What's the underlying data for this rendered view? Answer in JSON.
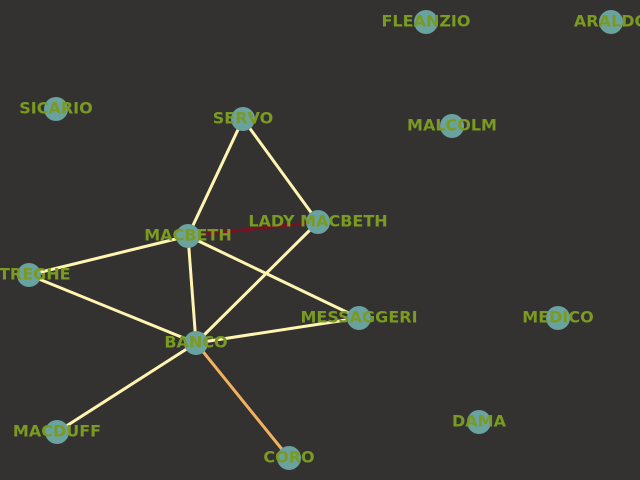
{
  "colors": {
    "background": "#333231",
    "node_fill": "#6aa2a0",
    "label": "#7a9a22",
    "edge_light": "#fff5b0",
    "edge_orange": "#f2b15e",
    "edge_dark": "#7a1020"
  },
  "nodes": [
    {
      "id": "fleanzio",
      "label": "FLEANZIO"
    },
    {
      "id": "araldo",
      "label": "ARALDO"
    },
    {
      "id": "sicario",
      "label": "SICARIO"
    },
    {
      "id": "servo",
      "label": "SERVO"
    },
    {
      "id": "malcolm",
      "label": "MALCOLM"
    },
    {
      "id": "lady_macbeth",
      "label": "LADY MACBETH"
    },
    {
      "id": "macbeth",
      "label": "MACBETH"
    },
    {
      "id": "streghe",
      "label": "STREGHE"
    },
    {
      "id": "messaggeri",
      "label": "MESSAGGERI"
    },
    {
      "id": "medico",
      "label": "MEDICO"
    },
    {
      "id": "banco",
      "label": "BANCO"
    },
    {
      "id": "macduff",
      "label": "MACDUFF"
    },
    {
      "id": "dama",
      "label": "DAMA"
    },
    {
      "id": "coro",
      "label": "CORO"
    }
  ],
  "edges": [
    {
      "source": "servo",
      "target": "macbeth",
      "color": "edge_light"
    },
    {
      "source": "servo",
      "target": "lady_macbeth",
      "color": "edge_light"
    },
    {
      "source": "macbeth",
      "target": "lady_macbeth",
      "color": "edge_dark"
    },
    {
      "source": "macbeth",
      "target": "streghe",
      "color": "edge_light"
    },
    {
      "source": "macbeth",
      "target": "banco",
      "color": "edge_light"
    },
    {
      "source": "macbeth",
      "target": "messaggeri",
      "color": "edge_light"
    },
    {
      "source": "lady_macbeth",
      "target": "banco",
      "color": "edge_light"
    },
    {
      "source": "streghe",
      "target": "banco",
      "color": "edge_light"
    },
    {
      "source": "banco",
      "target": "messaggeri",
      "color": "edge_light"
    },
    {
      "source": "banco",
      "target": "macduff",
      "color": "edge_light"
    },
    {
      "source": "banco",
      "target": "coro",
      "color": "edge_orange"
    }
  ]
}
